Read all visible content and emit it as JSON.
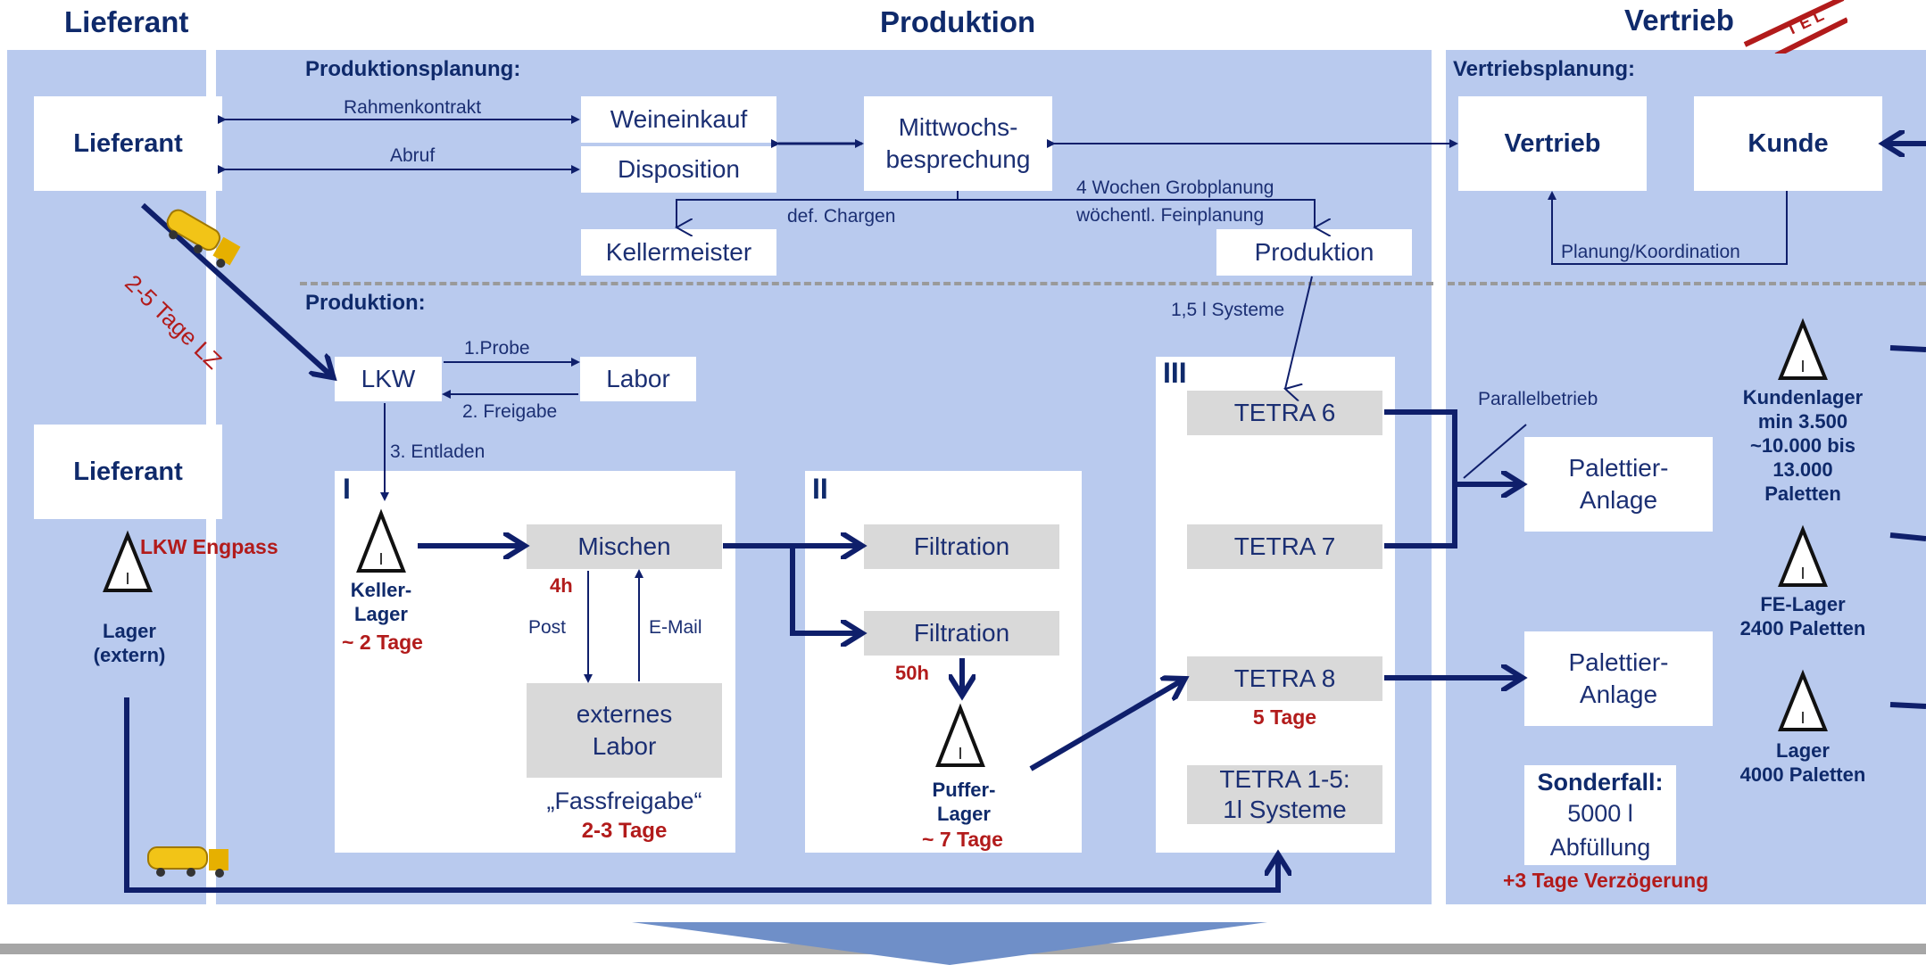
{
  "headers": {
    "supplier": "Lieferant",
    "production": "Produktion",
    "sales": "Vertrieb",
    "stamp": "T E L"
  },
  "planning": {
    "title": "Produktionsplanung:",
    "supplier_box": "Lieferant",
    "frame_contract": "Rahmenkontrakt",
    "call_off": "Abruf",
    "wine_purchase": "Weineinkauf",
    "disposition": "Disposition",
    "meeting": "Mittwochs-\nbesprechung",
    "cellar_master": "Kellermeister",
    "def_batches": "def. Chargen",
    "rough_planning": "4 Wochen Grobplanung",
    "fine_planning": "wöchentl. Feinplanung",
    "production_box": "Produktion"
  },
  "sales_planning": {
    "title": "Vertriebsplanung:",
    "sales_box": "Vertrieb",
    "customer_box": "Kunde",
    "coordination": "Planung/Koordination"
  },
  "production": {
    "title": "Produktion:",
    "truck": "LKW",
    "sample": "1.Probe",
    "lab": "Labor",
    "release": "2. Freigabe",
    "unload": "3. Entladen",
    "lead_time": "2-5 Tage LZ",
    "systems_15": "1,5 l Systeme",
    "stage1": "I",
    "cellar_warehouse": "Keller-\nLager",
    "cellar_days": "~ 2 Tage",
    "mixing": "Mischen",
    "mix_time": "4h",
    "post": "Post",
    "email": "E-Mail",
    "external_lab": "externes\nLabor",
    "barrel_release": "„Fassfreigabe“",
    "barrel_days": "2-3 Tage",
    "stage2": "II",
    "filtration1": "Filtration",
    "filtration2": "Filtration",
    "filtration_time": "50h",
    "buffer_warehouse": "Puffer-\nLager",
    "buffer_days": "~ 7 Tage",
    "stage3": "III",
    "tetra6": "TETRA 6",
    "tetra7": "TETRA 7",
    "tetra8": "TETRA 8",
    "tetra8_days": "5 Tage",
    "tetra15": "TETRA 1-5:\n1l Systeme",
    "warning_symbol": "I"
  },
  "supplier_lane": {
    "supplier2": "Lieferant",
    "truck_bottleneck": "LKW Engpass",
    "external_storage": "Lager\n(extern)"
  },
  "sales_lane": {
    "parallel": "Parallelbetrieb",
    "palletizer1": "Palettier-\nAnlage",
    "palletizer2": "Palettier-\nAnlage",
    "customer_warehouse": "Kundenlager\nmin 3.500\n~10.000 bis\n13.000\nPaletten",
    "fe_warehouse": "FE-Lager\n2400 Paletten",
    "warehouse": "Lager\n4000 Paletten",
    "special_case_title": "Sonderfall:",
    "special_case_body": "5000 l\nAbfüllung",
    "delay": "+3 Tage Verzögerung"
  },
  "colors": {
    "lane": "#b9caee",
    "navy": "#0f1f6b",
    "red": "#b21b1b",
    "grey_box": "#d9d9d9",
    "bottom_bar": "#a6a6a6",
    "bottom_arrow": "#6f8fc8"
  }
}
